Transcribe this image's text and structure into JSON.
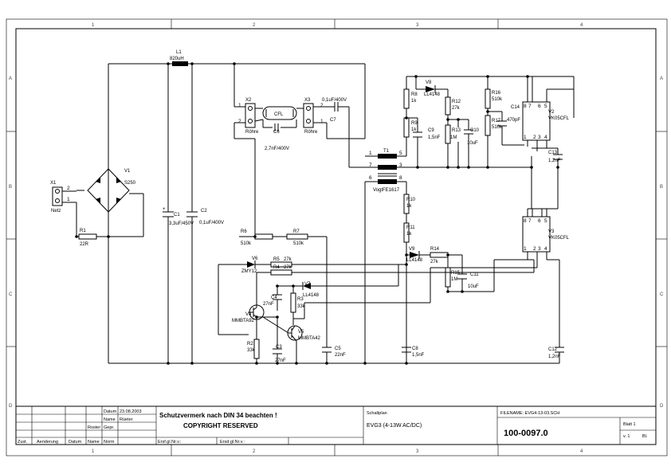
{
  "rulers": {
    "cols": [
      "1",
      "2",
      "3",
      "4"
    ],
    "rows": [
      "A",
      "B",
      "C",
      "D"
    ]
  },
  "components": {
    "L1": {
      "ref": "L1",
      "value": "820uH"
    },
    "X1": {
      "ref": "X1",
      "value": "Netz",
      "pin1": "1",
      "pin2": "2"
    },
    "V1": {
      "ref": "V1",
      "value": "S250"
    },
    "R1": {
      "ref": "R1",
      "value": "22R"
    },
    "C1": {
      "ref": "C1",
      "value": "3,3uF/450V"
    },
    "C2": {
      "ref": "C2",
      "value": "0,1uF/400V"
    },
    "X2": {
      "ref": "X2",
      "value": "Röhre",
      "pin1": "1",
      "pin2": "2"
    },
    "X3": {
      "ref": "X3",
      "value": "Röhre",
      "pin1": "1",
      "pin2": "2"
    },
    "CFL": {
      "ref": "CFL"
    },
    "C6": {
      "ref": "C6",
      "value": "2,7nF/400V"
    },
    "C7": {
      "ref": "C7",
      "value": "0,1uF/400V"
    },
    "T1": {
      "ref": "T1",
      "value": "VogtFE1617",
      "p1": "1",
      "p3": "3",
      "p5": "5",
      "p6": "6",
      "p7": "7",
      "p8": "8"
    },
    "R6": {
      "ref": "R6",
      "value": "510k"
    },
    "R7": {
      "ref": "R7",
      "value": "510k"
    },
    "R8": {
      "ref": "R8",
      "value": "1k"
    },
    "R9": {
      "ref": "R9",
      "value": "1k"
    },
    "V8": {
      "ref": "V8",
      "value": "LL4148"
    },
    "R12": {
      "ref": "R12",
      "value": "27k"
    },
    "R13": {
      "ref": "R13",
      "value": "1M"
    },
    "C9": {
      "ref": "C9",
      "value": "1,5nF"
    },
    "C10": {
      "ref": "C10",
      "value": "10uF"
    },
    "R16": {
      "ref": "R16",
      "value": "510k"
    },
    "R17": {
      "ref": "R17",
      "value": "510k"
    },
    "C14": {
      "ref": "C14",
      "value": "470pF"
    },
    "V2": {
      "ref": "V2",
      "value": "VK05CFL"
    },
    "C13": {
      "ref": "C13",
      "value": "1,2nF"
    },
    "R10": {
      "ref": "R10",
      "value": "1k"
    },
    "R11": {
      "ref": "R11",
      "value": "1k"
    },
    "V9": {
      "ref": "V9",
      "value": "LL4148"
    },
    "R14": {
      "ref": "R14",
      "value": "27k"
    },
    "R15": {
      "ref": "R15",
      "value": "1M"
    },
    "C11": {
      "ref": "C11",
      "value": "10uF"
    },
    "V3": {
      "ref": "V3",
      "value": "VK05CFL"
    },
    "V6": {
      "ref": "V6",
      "value": "ZMY12"
    },
    "R5": {
      "ref": "R5",
      "value": "27k"
    },
    "R4": {
      "ref": "R4",
      "value": "27k"
    },
    "V7": {
      "ref": "V7",
      "value": "LL4148"
    },
    "C4": {
      "ref": "C4",
      "value": "27nF"
    },
    "R3": {
      "ref": "R3",
      "value": "33k"
    },
    "V4": {
      "ref": "V4",
      "value": "MMBTA92"
    },
    "V5": {
      "ref": "V5",
      "value": "MMBTA42"
    },
    "R2": {
      "ref": "R2",
      "value": "33k"
    },
    "C3": {
      "ref": "C3",
      "value": "27nF"
    },
    "C5": {
      "ref": "C5",
      "value": "22nF"
    },
    "C8": {
      "ref": "C8",
      "value": "1,5nF"
    },
    "C12": {
      "ref": "C12",
      "value": "1,2nF"
    }
  },
  "ic_pins": {
    "p8": "8",
    "p7": "7",
    "p6": "6",
    "p5": "5",
    "p1": "1",
    "p2": "2",
    "p3": "3",
    "p4": "4"
  },
  "title_block": {
    "datum_label": "Datum",
    "datum_value": "23.08.2003",
    "name_label": "Name",
    "name_value": "Rüeter",
    "roster_label": "Roster",
    "gepr_label": "Gepr.",
    "norm_label": "Norm",
    "zust": "Zust.",
    "aenderung": "Aenderung",
    "datum": "Datum",
    "name": "Name",
    "notice1": "Schutzvermerk nach DIN 34 beachten !",
    "notice2": "COPYRIGHT RESERVED",
    "ersf": "Ersf.gl.Nr.v.:",
    "ersd": "Ersd.gl.Nr.v.:",
    "doc_type": "Schaltplan",
    "doc_title": "EVG3   (4-13W  AC/DC)",
    "filename": "FILENAME:  EVG4-13-03.SCH",
    "doc_number": "100-0097.0",
    "blatt": "Blatt 1",
    "version": "v. 1",
    "bl": "Bl."
  }
}
